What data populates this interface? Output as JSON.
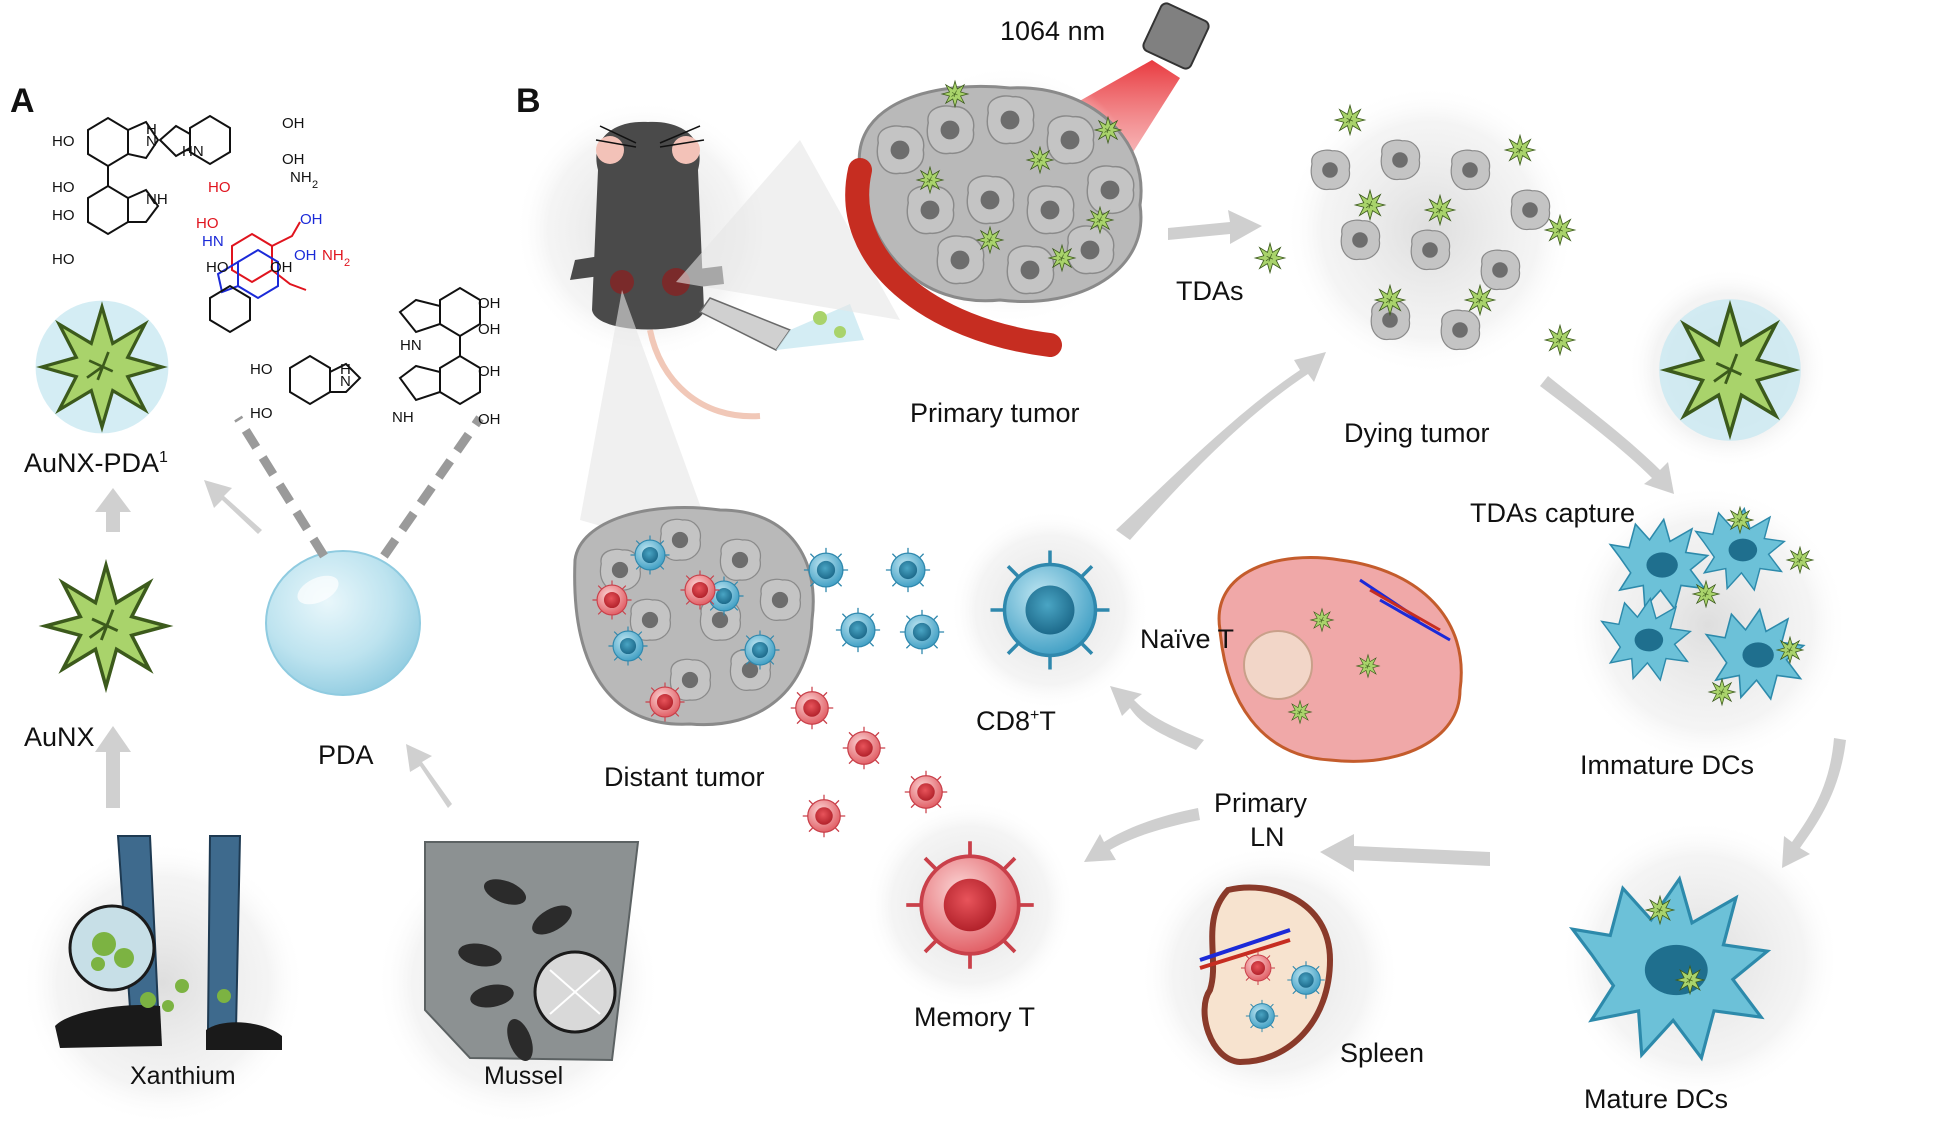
{
  "panels": {
    "a": "A",
    "b": "B"
  },
  "panel_a": {
    "xanthium": "Xanthium",
    "mussel": "Mussel",
    "aunx": "AuNX",
    "pda": "PDA",
    "aunx_pda": "AuNX-PDA",
    "aunx_pda_sup": "1",
    "chem": {
      "ho": "HO",
      "oh": "OH",
      "nh": "NH",
      "h": "H",
      "n": "N",
      "hn": "HN",
      "nh2": "NH",
      "sub2": "2"
    }
  },
  "panel_b": {
    "laser": "1064 nm",
    "primary_tumor": "Primary tumor",
    "tdas": "TDAs",
    "dying_tumor": "Dying tumor",
    "tdas_capture": "TDAs capture",
    "immature_dcs": "Immature DCs",
    "mature_dcs": "Mature DCs",
    "primary_ln_1": "Primary",
    "primary_ln_2": "LN",
    "spleen": "Spleen",
    "memory_t": "Memory T",
    "naive_t": "Naïve T",
    "cd8_t": "CD8",
    "cd8_t_sup": "+",
    "cd8_t_suffix": "T",
    "distant_tumor": "Distant tumor"
  },
  "colors": {
    "nanostar_green": "#a9d36b",
    "pda_blue": "#bde3ef",
    "tumor_gray": "#9a9a9a",
    "dc_blue": "#58b7d0",
    "t_cell_blue": "#4aa7c9",
    "memory_red": "#e7787c",
    "vessel_red": "#c62d21",
    "arrow_gray": "#c8c8c8",
    "chem_red": "#e0141e",
    "chem_blue": "#1b2ad8"
  }
}
